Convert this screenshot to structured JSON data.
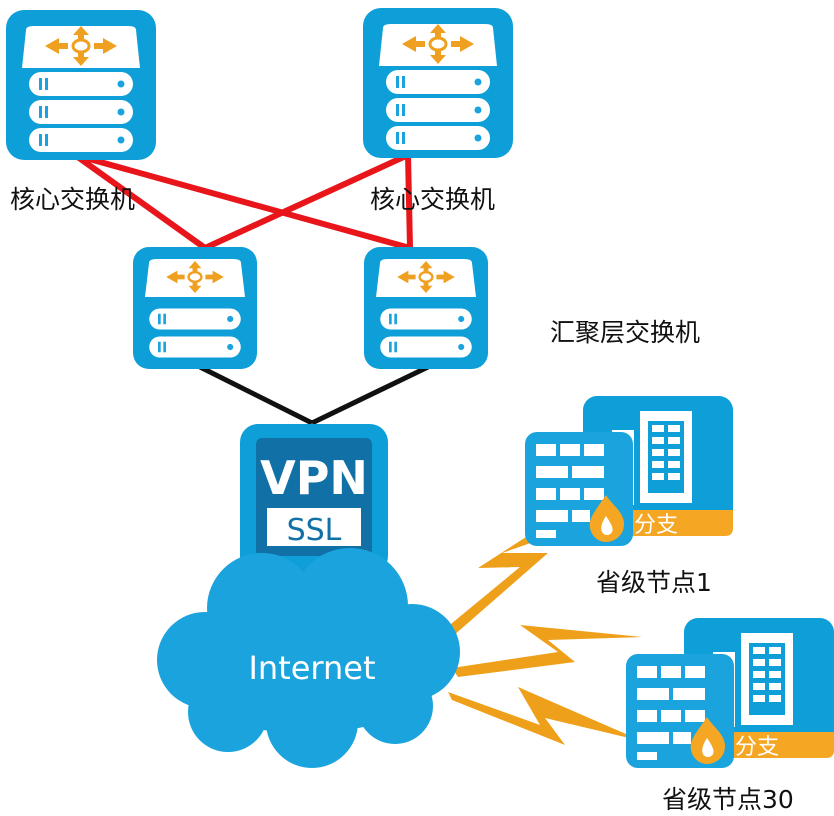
{
  "labels": {
    "core_switch_1": "核心交换机",
    "core_switch_2": "核心交换机",
    "aggregation_switch": "汇聚层交换机",
    "vpn_top": "VPN",
    "vpn_bottom": "SSL",
    "internet": "Internet",
    "node_1": "省级节点1",
    "node_30": "省级节点30",
    "branch_1": "分支",
    "branch_30": "分支"
  },
  "colors": {
    "device_blue": "#0e9fd8",
    "device_dark": "#1170a6",
    "core_links": "#e8161b",
    "access_links": "#111111",
    "lightning": "#efa01a",
    "arrows": "#f0a020",
    "orange_band": "#f5a623"
  },
  "icons": [
    "switch-icon",
    "vpn-ssl-icon",
    "cloud-icon",
    "branch-building-icon",
    "firewall-icon",
    "flame-icon",
    "lightning-icon"
  ]
}
